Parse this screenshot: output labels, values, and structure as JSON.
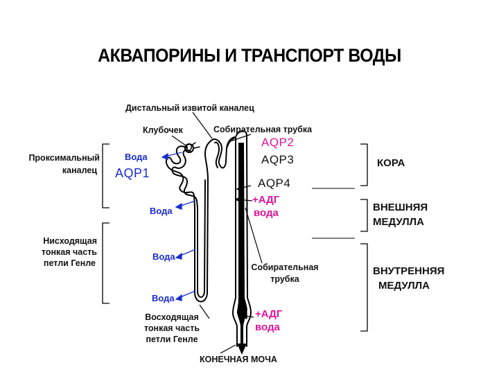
{
  "title": "АКВАПОРИНЫ И ТРАНСПОРТ ВОДЫ",
  "labels": {
    "distal": "Дистальный извитой каналец",
    "glomerulus": "Клубочек",
    "collecting_top": "Собирательная трубка",
    "proximal_l1": "Проксимальный",
    "proximal_l2": "каналец",
    "water_1": "Вода",
    "aqp1": "AQP1",
    "water_2": "Вода",
    "descending_l1": "Нисходящая",
    "descending_l2": "тонкая часть",
    "descending_l3": "петли Генле",
    "water_3": "Вода",
    "water_4": "Вода",
    "ascending_l1": "Восходящая",
    "ascending_l2": "тонкая часть",
    "ascending_l3": "петли Генле",
    "final_urine": "КОНЕЧНАЯ МОЧА",
    "aqp2": "AQP2",
    "aqp3": "AQP3",
    "aqp4": "AQP4",
    "adh_1_l1": "+АДГ",
    "adh_1_l2": "вода",
    "collecting_mid_l1": "Собирательная",
    "collecting_mid_l2": "трубка",
    "adh_2_l1": "+АДГ",
    "adh_2_l2": "вода",
    "cortex": "КОРА",
    "outer_medulla_l1": "ВНЕШНЯЯ",
    "outer_medulla_l2": "МЕДУЛЛА",
    "inner_medulla_l1": "ВНУТРЕННЯЯ",
    "inner_medulla_l2": "МЕДУЛЛА"
  },
  "colors": {
    "blue": "#1a2bd0",
    "pink": "#e0149a",
    "line": "#000000"
  }
}
